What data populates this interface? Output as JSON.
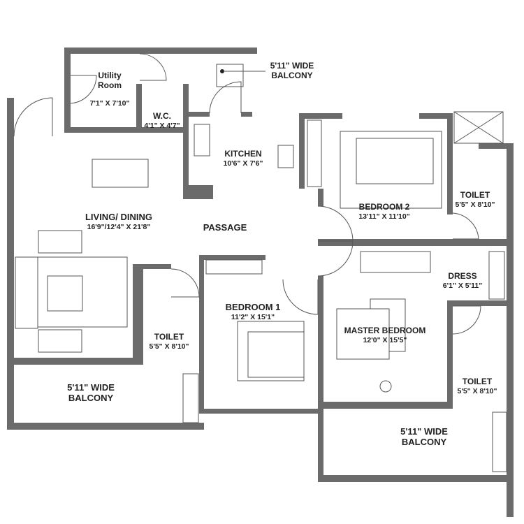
{
  "rooms": {
    "top_balcony": {
      "name": "5'11\" WIDE",
      "dim": "BALCONY"
    },
    "utility": {
      "name": "Utility",
      "name2": "Room",
      "dim": "7'1\" X 7'10\""
    },
    "wc": {
      "name": "W.C.",
      "dim": "4'1\" X 4'7\""
    },
    "kitchen": {
      "name": "KITCHEN",
      "dim": "10'6\" X 7'6\""
    },
    "bedroom2": {
      "name": "BEDROOM 2",
      "dim": "13'11\" X 11'10\""
    },
    "toilet_b2": {
      "name": "TOILET",
      "dim": "5'5\" X 8'10\""
    },
    "living": {
      "name": "LIVING/ DINING",
      "dim": "16'9\"/12'4\" X 21'8\""
    },
    "passage": {
      "name": "PASSAGE"
    },
    "dress": {
      "name": "DRESS",
      "dim": "6'1\" X 5'11\""
    },
    "bedroom1": {
      "name": "BEDROOM 1",
      "dim": "11'2\" X 15'1\""
    },
    "master": {
      "name": "MASTER BEDROOM",
      "dim": "12'0\" X 15'5\""
    },
    "toilet_left": {
      "name": "TOILET",
      "dim": "5'5\" X 8'10\""
    },
    "toilet_master": {
      "name": "TOILET",
      "dim": "5'5\" X 8'10\""
    },
    "balcony_left": {
      "name": "5'11\" WIDE",
      "dim": "BALCONY"
    },
    "balcony_right": {
      "name": "5'11\" WIDE",
      "dim": "BALCONY"
    }
  },
  "colors": {
    "wall": "#6b6b6b",
    "line": "#555555"
  }
}
